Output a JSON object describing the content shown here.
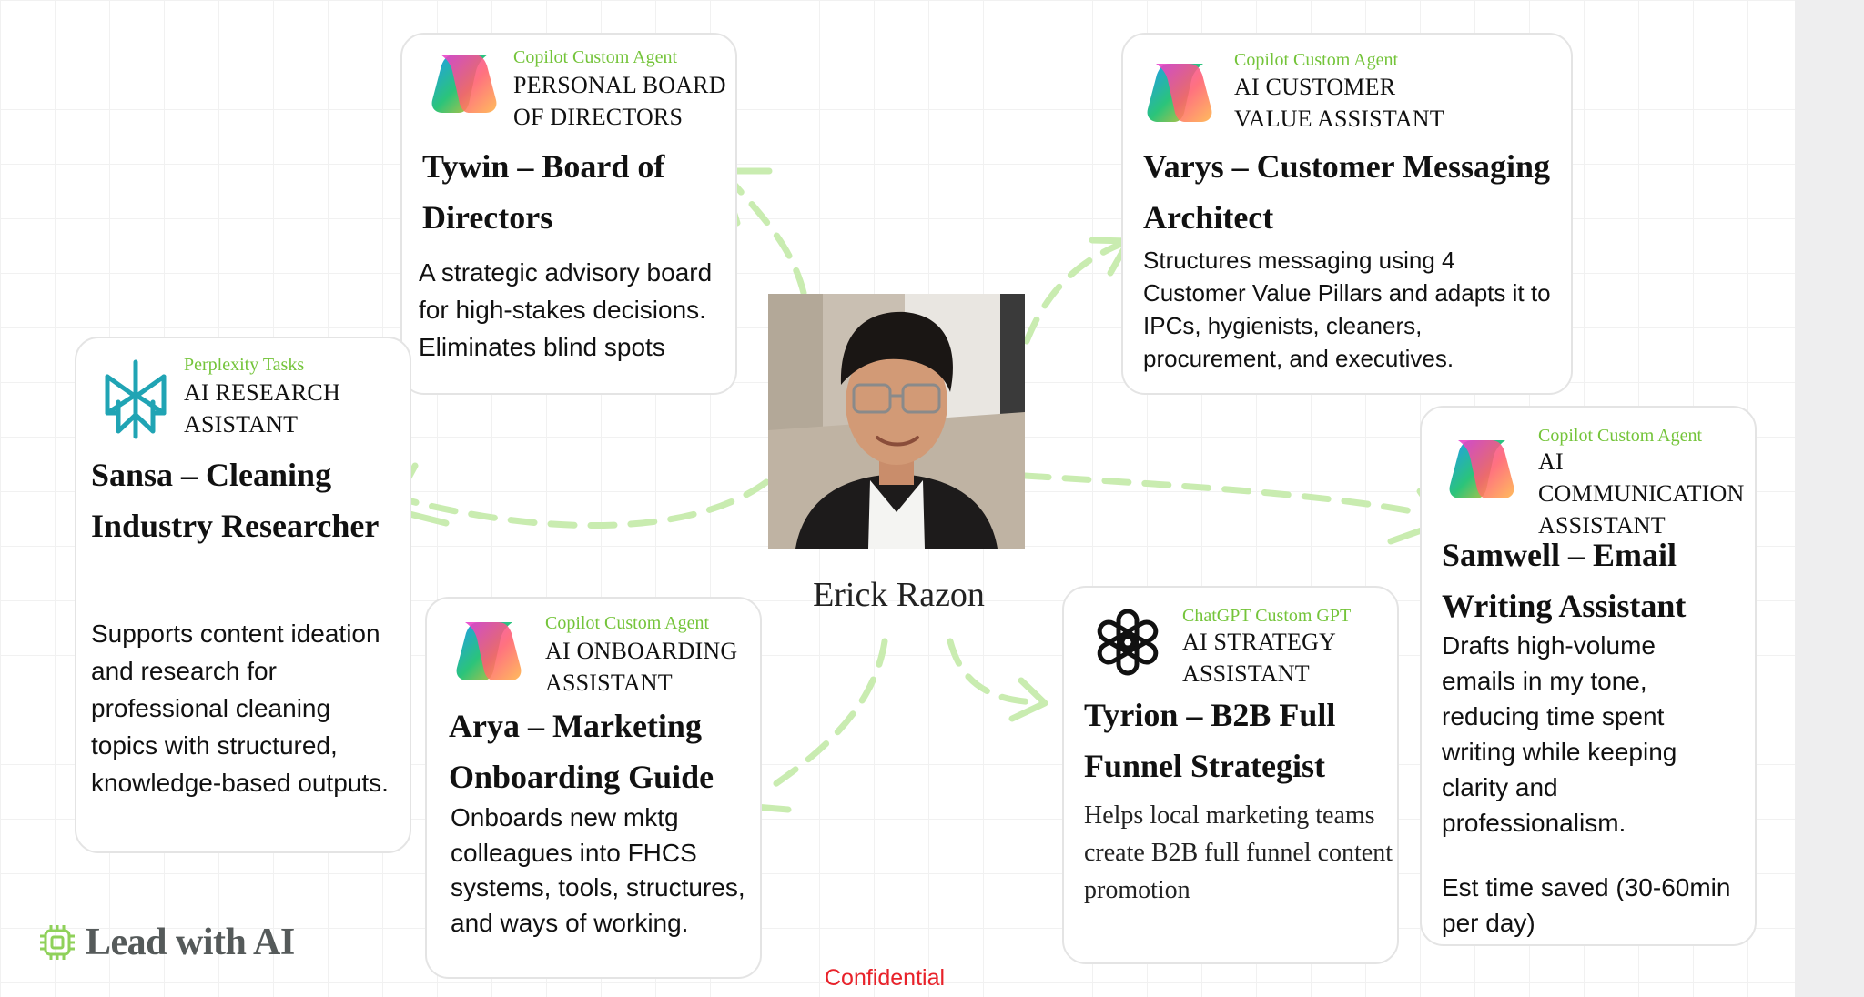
{
  "colors": {
    "accent_green": "#74c43a",
    "arrow_green": "#c9ecb0",
    "confidential_red": "#e8222a"
  },
  "person": {
    "name": "Erick Razon"
  },
  "cards": {
    "tywin": {
      "tag": "Copilot Custom Agent",
      "role": "PERSONAL BOARD\nOF DIRECTORS",
      "title": "Tywin – Board of Directors",
      "desc": "A strategic advisory board for high-stakes decisions. Eliminates blind spots",
      "icon": "copilot-icon"
    },
    "varys": {
      "tag": "Copilot Custom Agent",
      "role": "AI CUSTOMER\nVALUE ASSISTANT",
      "title": "Varys – Customer Messaging Architect",
      "desc": "Structures messaging using 4 Customer Value Pillars and adapts it to IPCs, hygienists, cleaners, procurement, and executives.",
      "icon": "copilot-icon"
    },
    "sansa": {
      "tag": "Perplexity Tasks",
      "role": "AI RESEARCH\nASISTANT",
      "title": "Sansa – Cleaning Industry Researcher",
      "desc": "Supports content ideation and research for professional cleaning topics with structured, knowledge-based outputs.",
      "icon": "perplexity-icon"
    },
    "samwell": {
      "tag": "Copilot Custom Agent",
      "role": "AI\nCOMMUNICATION\nASSISTANT",
      "title": "Samwell – Email Writing Assistant",
      "desc": "Drafts high-volume emails in my tone, reducing time spent writing while keeping clarity and professionalism.",
      "note": "Est time saved (30-60min per day)",
      "icon": "copilot-icon"
    },
    "arya": {
      "tag": "Copilot Custom Agent",
      "role": "AI ONBOARDING\nASSISTANT",
      "title": "Arya – Marketing Onboarding Guide",
      "desc": "Onboards new mktg colleagues into FHCS systems, tools, structures, and ways of working.",
      "icon": "copilot-icon"
    },
    "tyrion": {
      "tag": "ChatGPT Custom GPT",
      "role": "AI STRATEGY\nASSISTANT",
      "title": "Tyrion – B2B Full Funnel Strategist",
      "desc": "Helps local marketing teams create B2B full funnel content promotion",
      "icon": "openai-icon"
    }
  },
  "footer": {
    "brand": "Lead with AI",
    "confidential": "Confidential"
  }
}
